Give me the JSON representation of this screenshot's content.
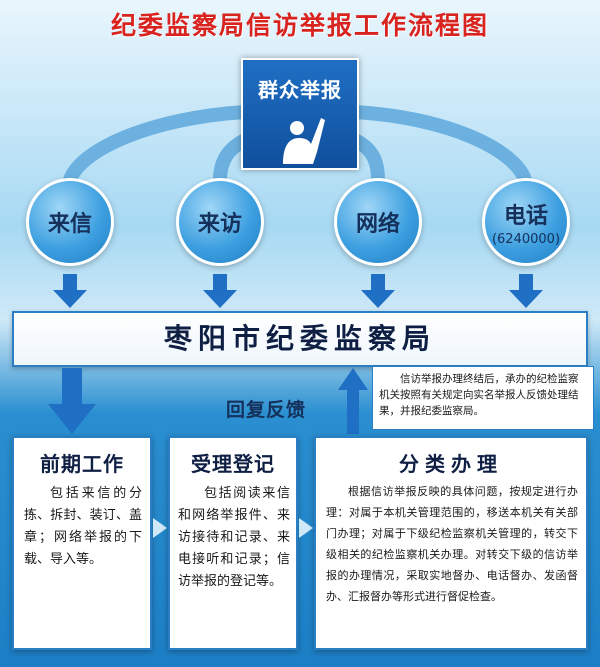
{
  "title": "纪委监察局信访举报工作流程图",
  "masses_report": {
    "label": "群众举报",
    "icon": "person-raising-hand-icon"
  },
  "channels": [
    {
      "label": "来信",
      "sub": ""
    },
    {
      "label": "来访",
      "sub": ""
    },
    {
      "label": "网络",
      "sub": ""
    },
    {
      "label": "电话",
      "sub": "(6240000)"
    }
  ],
  "bureau": "枣阳市纪委监察局",
  "feedback": {
    "label": "回复反馈",
    "note": "信访举报办理终结后，承办的纪检监察机关按照有关规定向实名举报人反馈处理结果，并报纪委监察局。"
  },
  "stages": [
    {
      "title": "前期工作",
      "body": "包括来信的分拣、拆封、装订、盖章；网络举报的下载、导入等。"
    },
    {
      "title": "受理登记",
      "body": "包括阅读来信和网络举报件、来访接待和记录、来电接听和记录；信访举报的登记等。"
    },
    {
      "title": "分类办理",
      "body": "根据信访举报反映的具体问题，按规定进行办理：对属于本机关管理范围的，移送本机关有关部门办理；对属于下级纪检监察机关管理的，转交下级相关的纪检监察机关办理。对转交下级的信访举报的办理情况，采取实地督办、电话督办、发函督办、汇报督办等形式进行督促检查。"
    }
  ],
  "colors": {
    "title_red": "#d8231f",
    "navy": "#104f9c",
    "circle_blue": "#3ea0e0",
    "arrow_blue": "#1f6fc4",
    "panel_border": "#2a7fc4"
  }
}
